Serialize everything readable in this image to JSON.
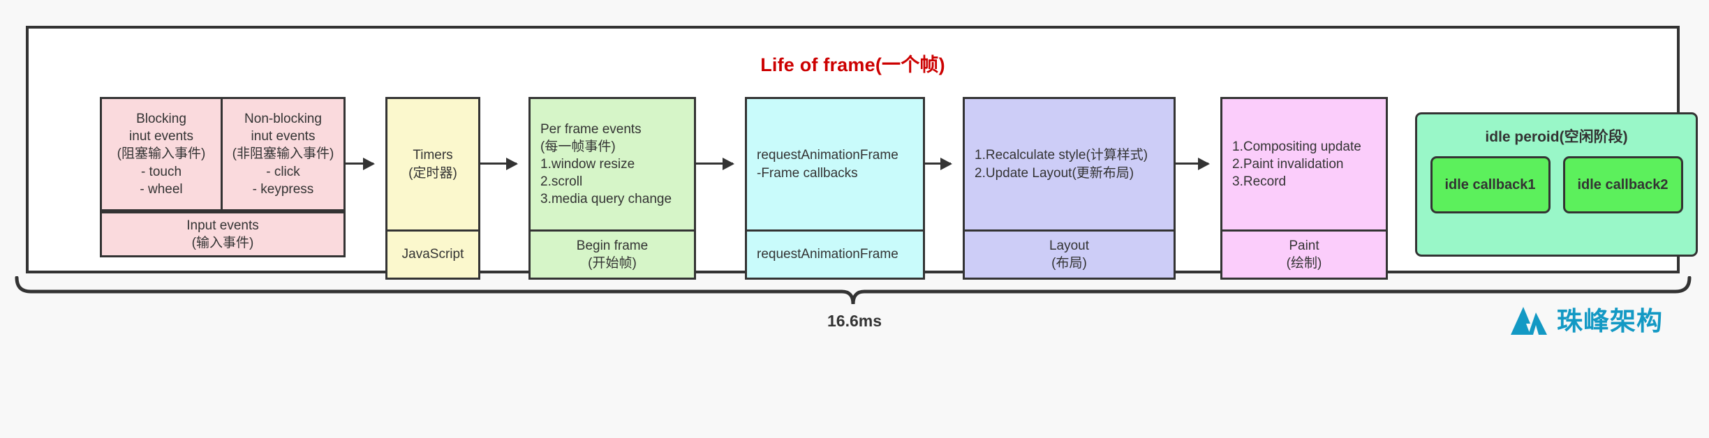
{
  "diagram": {
    "title": "Life of frame(一个帧)",
    "title_color": "#cc0000",
    "duration_label": "16.6ms"
  },
  "stages": [
    {
      "id": "input-events",
      "color": "#fadadd",
      "top_left": "Blocking\ninut events\n(阻塞输入事件)\n- touch\n- wheel",
      "top_right": "Non-blocking\ninut events\n(非阻塞输入事件)\n- click\n- keypress",
      "bottom": "Input events\n(输入事件)"
    },
    {
      "id": "timers",
      "color": "#fbf8cd",
      "top": "Timers\n(定时器)",
      "bottom": "JavaScript"
    },
    {
      "id": "per-frame-events",
      "color": "#d6f5c8",
      "top": "Per frame events\n(每一帧事件)\n1.window resize\n2.scroll\n3.media query change",
      "bottom": "Begin frame\n(开始帧)"
    },
    {
      "id": "request-animation-frame",
      "color": "#c9fbfb",
      "top": "requestAnimationFrame\n-Frame callbacks",
      "bottom": "requestAnimationFrame"
    },
    {
      "id": "layout",
      "color": "#cdcdf7",
      "top": "1.Recalculate style(计算样式)\n2.Update Layout(更新布局)",
      "bottom": "Layout\n(布局)"
    },
    {
      "id": "paint",
      "color": "#fbcdfb",
      "top": "1.Compositing update\n2.Paint invalidation\n3.Record",
      "bottom": "Paint\n(绘制)"
    }
  ],
  "idle": {
    "title": "idle peroid(空闲阶段)",
    "panel_color": "#99f7c8",
    "callback_color": "#5cf05c",
    "callbacks": [
      {
        "label": "idle callback1"
      },
      {
        "label": "idle callback2"
      }
    ]
  },
  "logo": {
    "text": "珠峰架构",
    "color": "#1399c4",
    "mark": "mountain-icon"
  }
}
